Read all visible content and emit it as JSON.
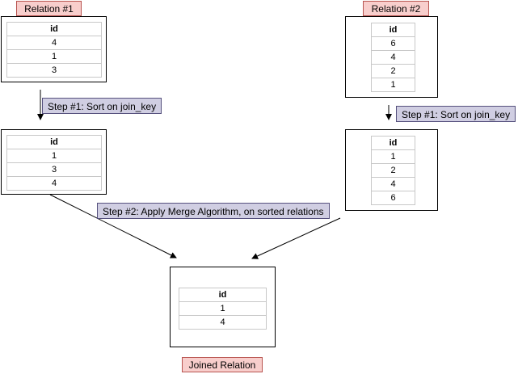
{
  "relation1": {
    "title": "Relation #1",
    "header": "id",
    "rows": [
      "4",
      "1",
      "3"
    ]
  },
  "relation2": {
    "title": "Relation #2",
    "header": "id",
    "rows": [
      "6",
      "4",
      "2",
      "1"
    ]
  },
  "sorted1": {
    "header": "id",
    "rows": [
      "1",
      "3",
      "4"
    ]
  },
  "sorted2": {
    "header": "id",
    "rows": [
      "1",
      "2",
      "4",
      "6"
    ]
  },
  "joined": {
    "title": "Joined Relation",
    "header": "id",
    "rows": [
      "1",
      "4"
    ]
  },
  "steps": {
    "sort_left": "Step #1: Sort on join_key",
    "sort_right": "Step #1: Sort on join_key",
    "merge": "Step #2: Apply Merge Algorithm, on sorted relations"
  },
  "colors": {
    "title_fill": "#f8cecc",
    "title_border": "#b85450",
    "step_fill": "#d0cee2",
    "step_border": "#56517e",
    "cell_border": "#c8c8c8"
  }
}
